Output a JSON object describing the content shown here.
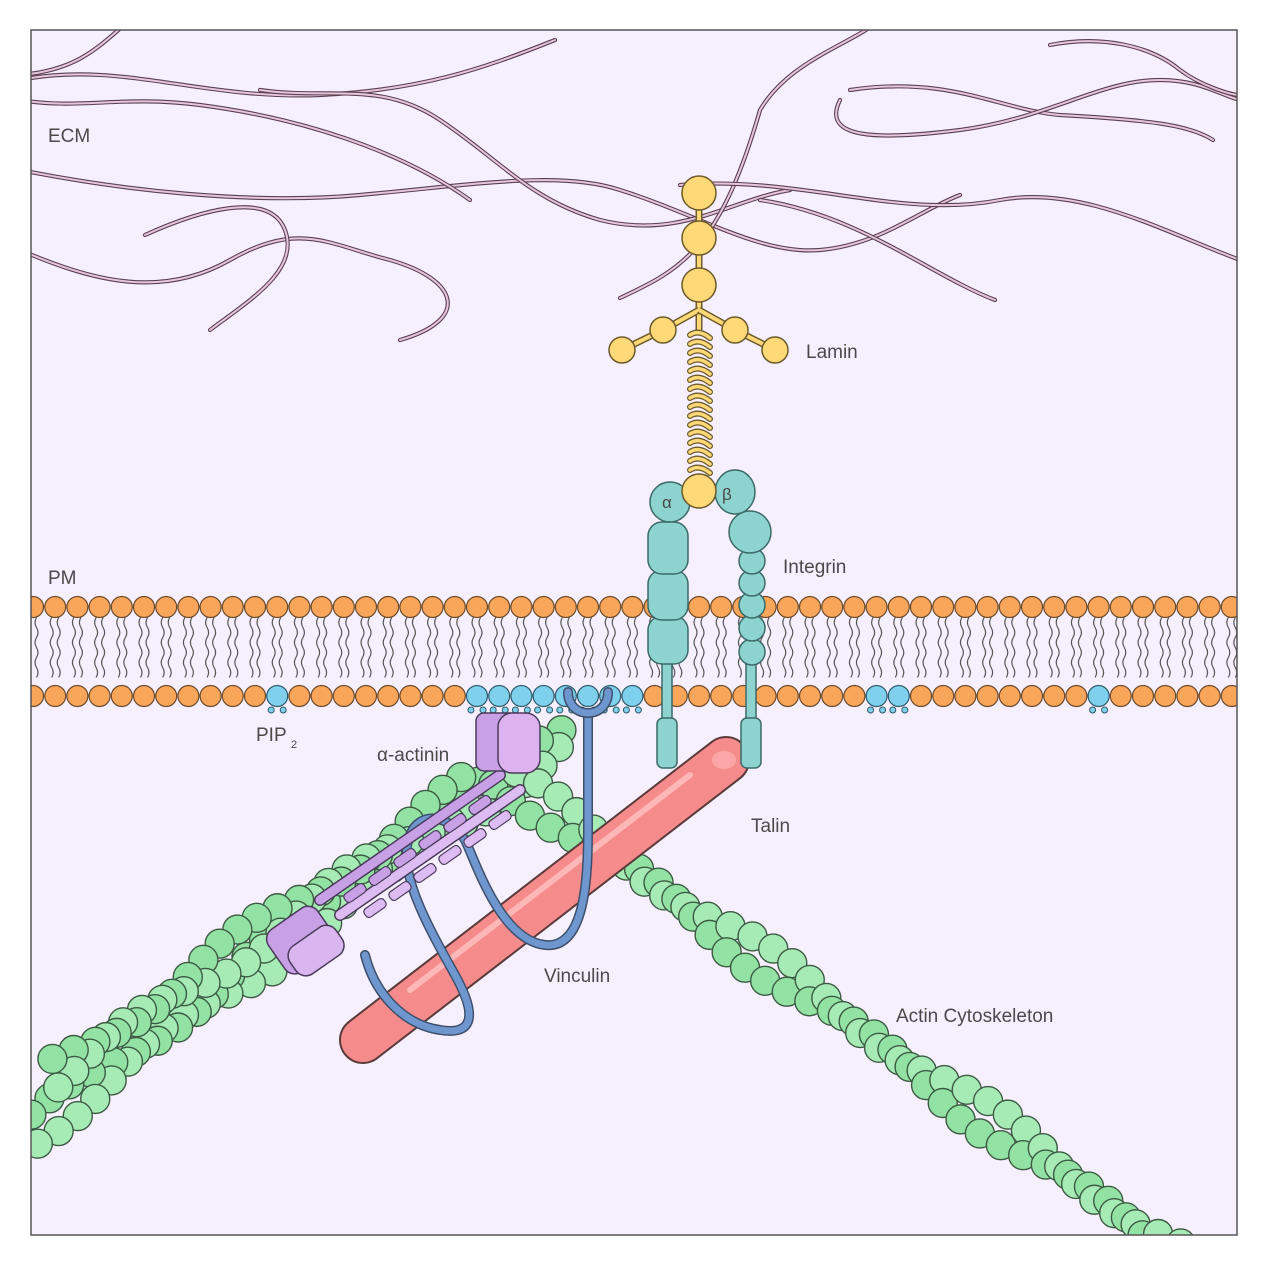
{
  "labels": {
    "ecm": "ECM",
    "pm": "PM",
    "lamin": "Lamin",
    "integrin": "Integrin",
    "alpha": "α",
    "beta": "β",
    "pip2_main": "PIP",
    "pip2_sub": "2",
    "alpha_actinin": "α-actinin",
    "talin": "Talin",
    "vinculin": "Vinculin",
    "actin": "Actin Cytoskeleton"
  },
  "colors": {
    "background": "#f6effd",
    "frame": "#555555",
    "ecm_fiber": "#e6c6dd",
    "ecm_fiber_outline": "#5c4050",
    "lipid_head": "#f9a55a",
    "pip2": "#7fd0ec",
    "lamin": "#ffd877",
    "integrin": "#8dd3cf",
    "actin": "#92e2a4",
    "talin": "#f58b8b",
    "vinculin": "#6f97cf",
    "alpha_actinin": "#c8a0e6"
  }
}
